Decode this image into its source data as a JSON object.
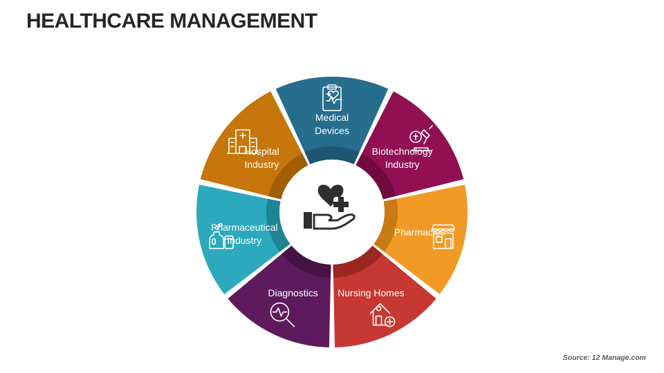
{
  "title": "HEALTHCARE MANAGEMENT",
  "source": "Source: 12 Manage.com",
  "center": {
    "icon": "hand-heart-plus-icon"
  },
  "segments": [
    {
      "id": "medical-devices",
      "lines": [
        "Medical",
        "Devices"
      ],
      "icon": "clipboard-heartbeat-icon",
      "color": "#266D8E",
      "inner": "#1E5673"
    },
    {
      "id": "biotechnology-industry",
      "lines": [
        "Biotechnology",
        "Industry"
      ],
      "icon": "microscope-icon",
      "color": "#920F53",
      "inner": "#700A3F"
    },
    {
      "id": "pharmacies",
      "lines": [
        "Pharmacies"
      ],
      "icon": "pharmacy-store-icon",
      "color": "#F19A26",
      "inner": "#C97A10"
    },
    {
      "id": "nursing-homes",
      "lines": [
        "Nursing Homes"
      ],
      "icon": "house-plus-icon",
      "color": "#C73833",
      "inner": "#9C2622"
    },
    {
      "id": "diagnostics",
      "lines": [
        "Diagnostics"
      ],
      "icon": "magnifier-pulse-icon",
      "color": "#5D1B5E",
      "inner": "#451345"
    },
    {
      "id": "pharmaceutical-industry",
      "lines": [
        "Pharmaceutical",
        "Industry"
      ],
      "icon": "medicine-bottles-icon",
      "color": "#2CA9BC",
      "inner": "#1F8494"
    },
    {
      "id": "hospital-industry",
      "lines": [
        "Hospital",
        "Industry"
      ],
      "icon": "hospital-building-icon",
      "color": "#C6760A",
      "inner": "#A15E05"
    }
  ]
}
